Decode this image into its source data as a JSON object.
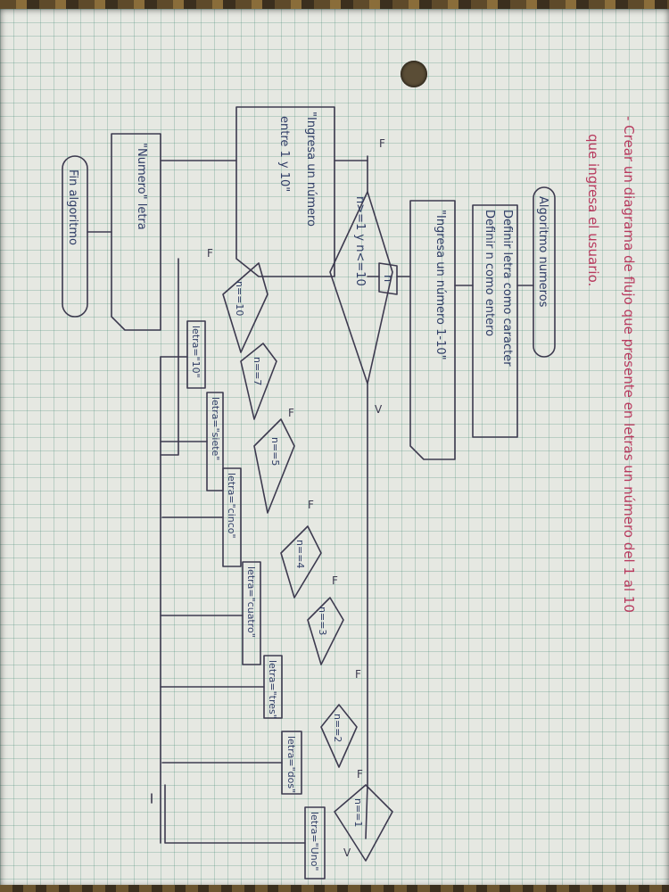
{
  "prompt": {
    "line1": "- Crear un diagrama de flujo que presente en letras un número del 1 al 10",
    "line2": "que ingresa el usuario."
  },
  "flow": {
    "start": "Algoritmo numeros",
    "define_1": "Definir letra como caracter",
    "define_2": "Definir n como entero",
    "prompt_output": "\"Ingresa un número 1-10\"",
    "input_var": "n",
    "range_check": "n>=1 y n<=10",
    "error_output_1": "\"Ingresa un número",
    "error_output_2": "entre 1 y 10\"",
    "final_output": "\"Numero\" letra",
    "end": "Fin algoritmo",
    "true_label": "V",
    "false_label": "F",
    "cases": [
      {
        "cond": "n==1",
        "assign": "letra=\"Uno\""
      },
      {
        "cond": "n==2",
        "assign": "letra=\"dos\""
      },
      {
        "cond": "n==3",
        "assign": "letra=\"tres\""
      },
      {
        "cond": "n==4",
        "assign": "letra=\"cuatro\""
      },
      {
        "cond": "n==5",
        "assign": "letra=\"cinco\""
      },
      {
        "cond": "n==7",
        "assign": "letra=\"siete\""
      },
      {
        "cond": "n==10",
        "assign": "letra=\"10\""
      }
    ]
  }
}
